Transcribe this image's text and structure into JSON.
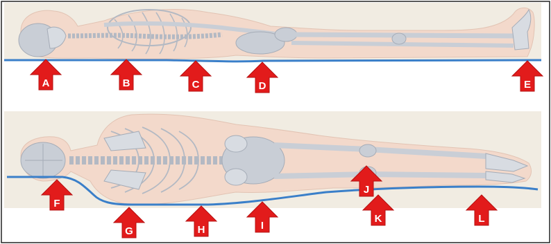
{
  "panels": [
    {
      "view": "side",
      "markers": [
        "A",
        "B",
        "C",
        "D",
        "E"
      ]
    },
    {
      "view": "back",
      "markers": [
        "F",
        "G",
        "H",
        "I",
        "J",
        "K",
        "L"
      ]
    }
  ],
  "colors": {
    "panel_background": "#f1ece2",
    "support_surface": "#3a7fc9",
    "arrow": "#e21b1b",
    "skin": "#f3d9cb",
    "bone": "#c9ced6",
    "border": "#222222"
  }
}
